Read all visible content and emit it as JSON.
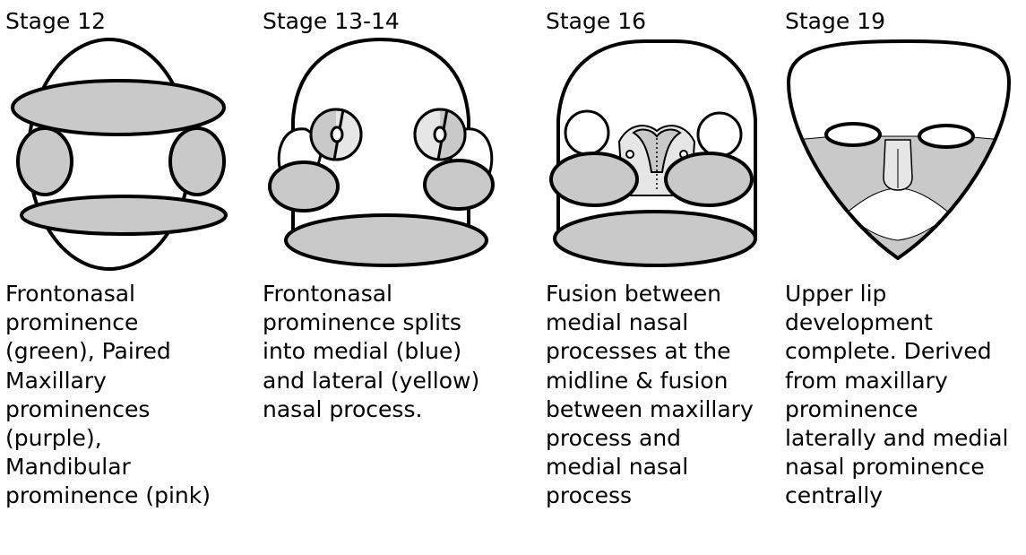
{
  "colors": {
    "fill": "#c9c9c9",
    "light": "#e6e6e6",
    "stroke": "#000000",
    "background": "#ffffff"
  },
  "stages": [
    {
      "title": "Stage 12",
      "caption": "Frontonasal\nprominence\n(green), Paired\nMaxillary\nprominences\n(purple),\nMandibular\nprominence (pink)"
    },
    {
      "title": "Stage 13-14",
      "caption": "Frontonasal\nprominence splits\ninto medial (blue)\nand lateral (yellow)\nnasal process."
    },
    {
      "title": "Stage 16",
      "caption": "Fusion between\nmedial nasal\nprocesses at the\nmidline & fusion\nbetween maxillary\nprocess and\nmedial nasal\nprocess"
    },
    {
      "title": "Stage 19",
      "caption": "Upper lip\ndevelopment\ncomplete. Derived\nfrom maxillary\nprominence\nlaterally and medial\nnasal prominence\ncentrally"
    }
  ]
}
